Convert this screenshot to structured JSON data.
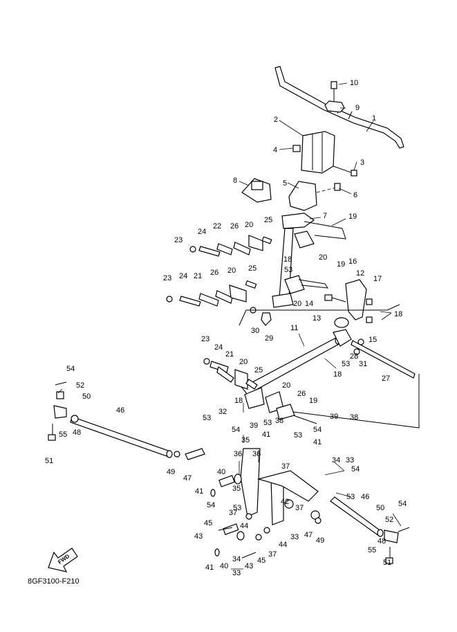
{
  "diagram": {
    "reference_code": "8GF3100-F210",
    "fwd_label": "FWD",
    "callouts": [
      "1",
      "2",
      "3",
      "4",
      "5",
      "6",
      "7",
      "8",
      "9",
      "10",
      "11",
      "12",
      "13",
      "14",
      "15",
      "16",
      "17",
      "18",
      "19",
      "20",
      "21",
      "22",
      "23",
      "24",
      "25",
      "26",
      "27",
      "28",
      "29",
      "30",
      "31",
      "32",
      "33",
      "34",
      "35",
      "36",
      "37",
      "38",
      "39",
      "40",
      "41",
      "42",
      "43",
      "44",
      "45",
      "46",
      "47",
      "48",
      "49",
      "50",
      "51",
      "52",
      "53",
      "54",
      "55"
    ]
  }
}
